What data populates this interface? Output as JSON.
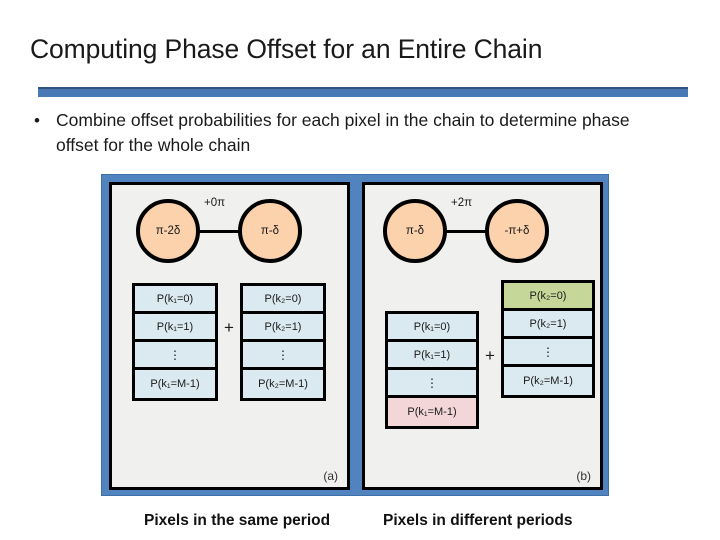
{
  "slide": {
    "title": "Computing Phase Offset for an Entire Chain",
    "bullet_marker": "•",
    "bullet_text": "Combine offset probabilities for each pixel in the chain to determine phase offset for the whole chain",
    "accent_color": "#4a7ab5",
    "frame_color": "#5183bf",
    "node_fill": "#fbd2ac",
    "cell_fill": "#dbe9f0",
    "highlight_green": "#c5d89a",
    "highlight_pink": "#f2d6d8"
  },
  "panel_a": {
    "label": "(a)",
    "caption": "Pixels in the same period",
    "graph": {
      "left_node": "π-2δ",
      "right_node": "π-δ",
      "edge_label": "+0π"
    },
    "operator": "+",
    "table_left": {
      "rows": [
        {
          "text": "P(k₁=0)",
          "highlight": "none"
        },
        {
          "text": "P(k₁=1)",
          "highlight": "none"
        },
        {
          "text": "⋮",
          "highlight": "none"
        },
        {
          "text": "P(k₁=M-1)",
          "highlight": "none"
        }
      ]
    },
    "table_right": {
      "rows": [
        {
          "text": "P(k₂=0)",
          "highlight": "none"
        },
        {
          "text": "P(k₂=1)",
          "highlight": "none"
        },
        {
          "text": "⋮",
          "highlight": "none"
        },
        {
          "text": "P(k₂=M-1)",
          "highlight": "none"
        }
      ]
    }
  },
  "panel_b": {
    "label": "(b)",
    "caption": "Pixels in different periods",
    "graph": {
      "left_node": "π-δ",
      "right_node": "-π+δ",
      "edge_label": "+2π"
    },
    "operator": "+",
    "table_left": {
      "rows": [
        {
          "text": "P(k₁=0)",
          "highlight": "none"
        },
        {
          "text": "P(k₁=1)",
          "highlight": "none"
        },
        {
          "text": "⋮",
          "highlight": "none"
        },
        {
          "text": "P(k₁=M-1)",
          "highlight": "pink"
        }
      ]
    },
    "table_right": {
      "rows": [
        {
          "text": "P(k₂=0)",
          "highlight": "green"
        },
        {
          "text": "P(k₂=1)",
          "highlight": "none"
        },
        {
          "text": "⋮",
          "highlight": "none"
        },
        {
          "text": "P(k₂=M-1)",
          "highlight": "none"
        }
      ]
    }
  }
}
